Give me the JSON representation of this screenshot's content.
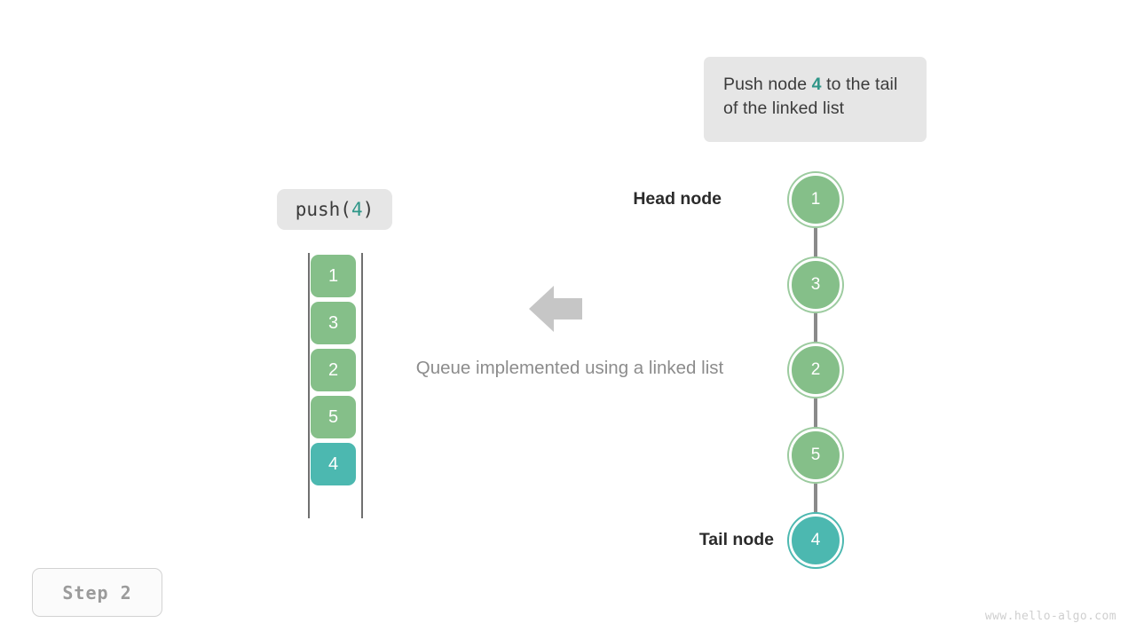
{
  "callout": {
    "text_before": "Push node ",
    "accent": "4",
    "text_after": " to the tail of the linked list"
  },
  "operation": {
    "prefix": "push(",
    "argument": "4",
    "suffix": ")"
  },
  "queue": {
    "caption": "Queue implemented using a linked list",
    "arrow_icon": "left-arrow-icon",
    "cells": [
      {
        "value": "1",
        "highlighted": false
      },
      {
        "value": "3",
        "highlighted": false
      },
      {
        "value": "2",
        "highlighted": false
      },
      {
        "value": "5",
        "highlighted": false
      },
      {
        "value": "4",
        "highlighted": true
      }
    ]
  },
  "linked_list": {
    "head_label": "Head node",
    "tail_label": "Tail node",
    "nodes": [
      {
        "value": "1",
        "highlighted": false
      },
      {
        "value": "3",
        "highlighted": false
      },
      {
        "value": "2",
        "highlighted": false
      },
      {
        "value": "5",
        "highlighted": false
      },
      {
        "value": "4",
        "highlighted": true
      }
    ]
  },
  "step": {
    "label": "Step 2"
  },
  "watermark": {
    "text": "www.hello-algo.com"
  },
  "colors": {
    "green": "#85bf89",
    "teal": "#4cb8b0",
    "accent_text": "#2e9688",
    "chip_bg": "#e6e6e6",
    "connector": "#8a8a8a",
    "caption_text": "#8c8c8c"
  }
}
